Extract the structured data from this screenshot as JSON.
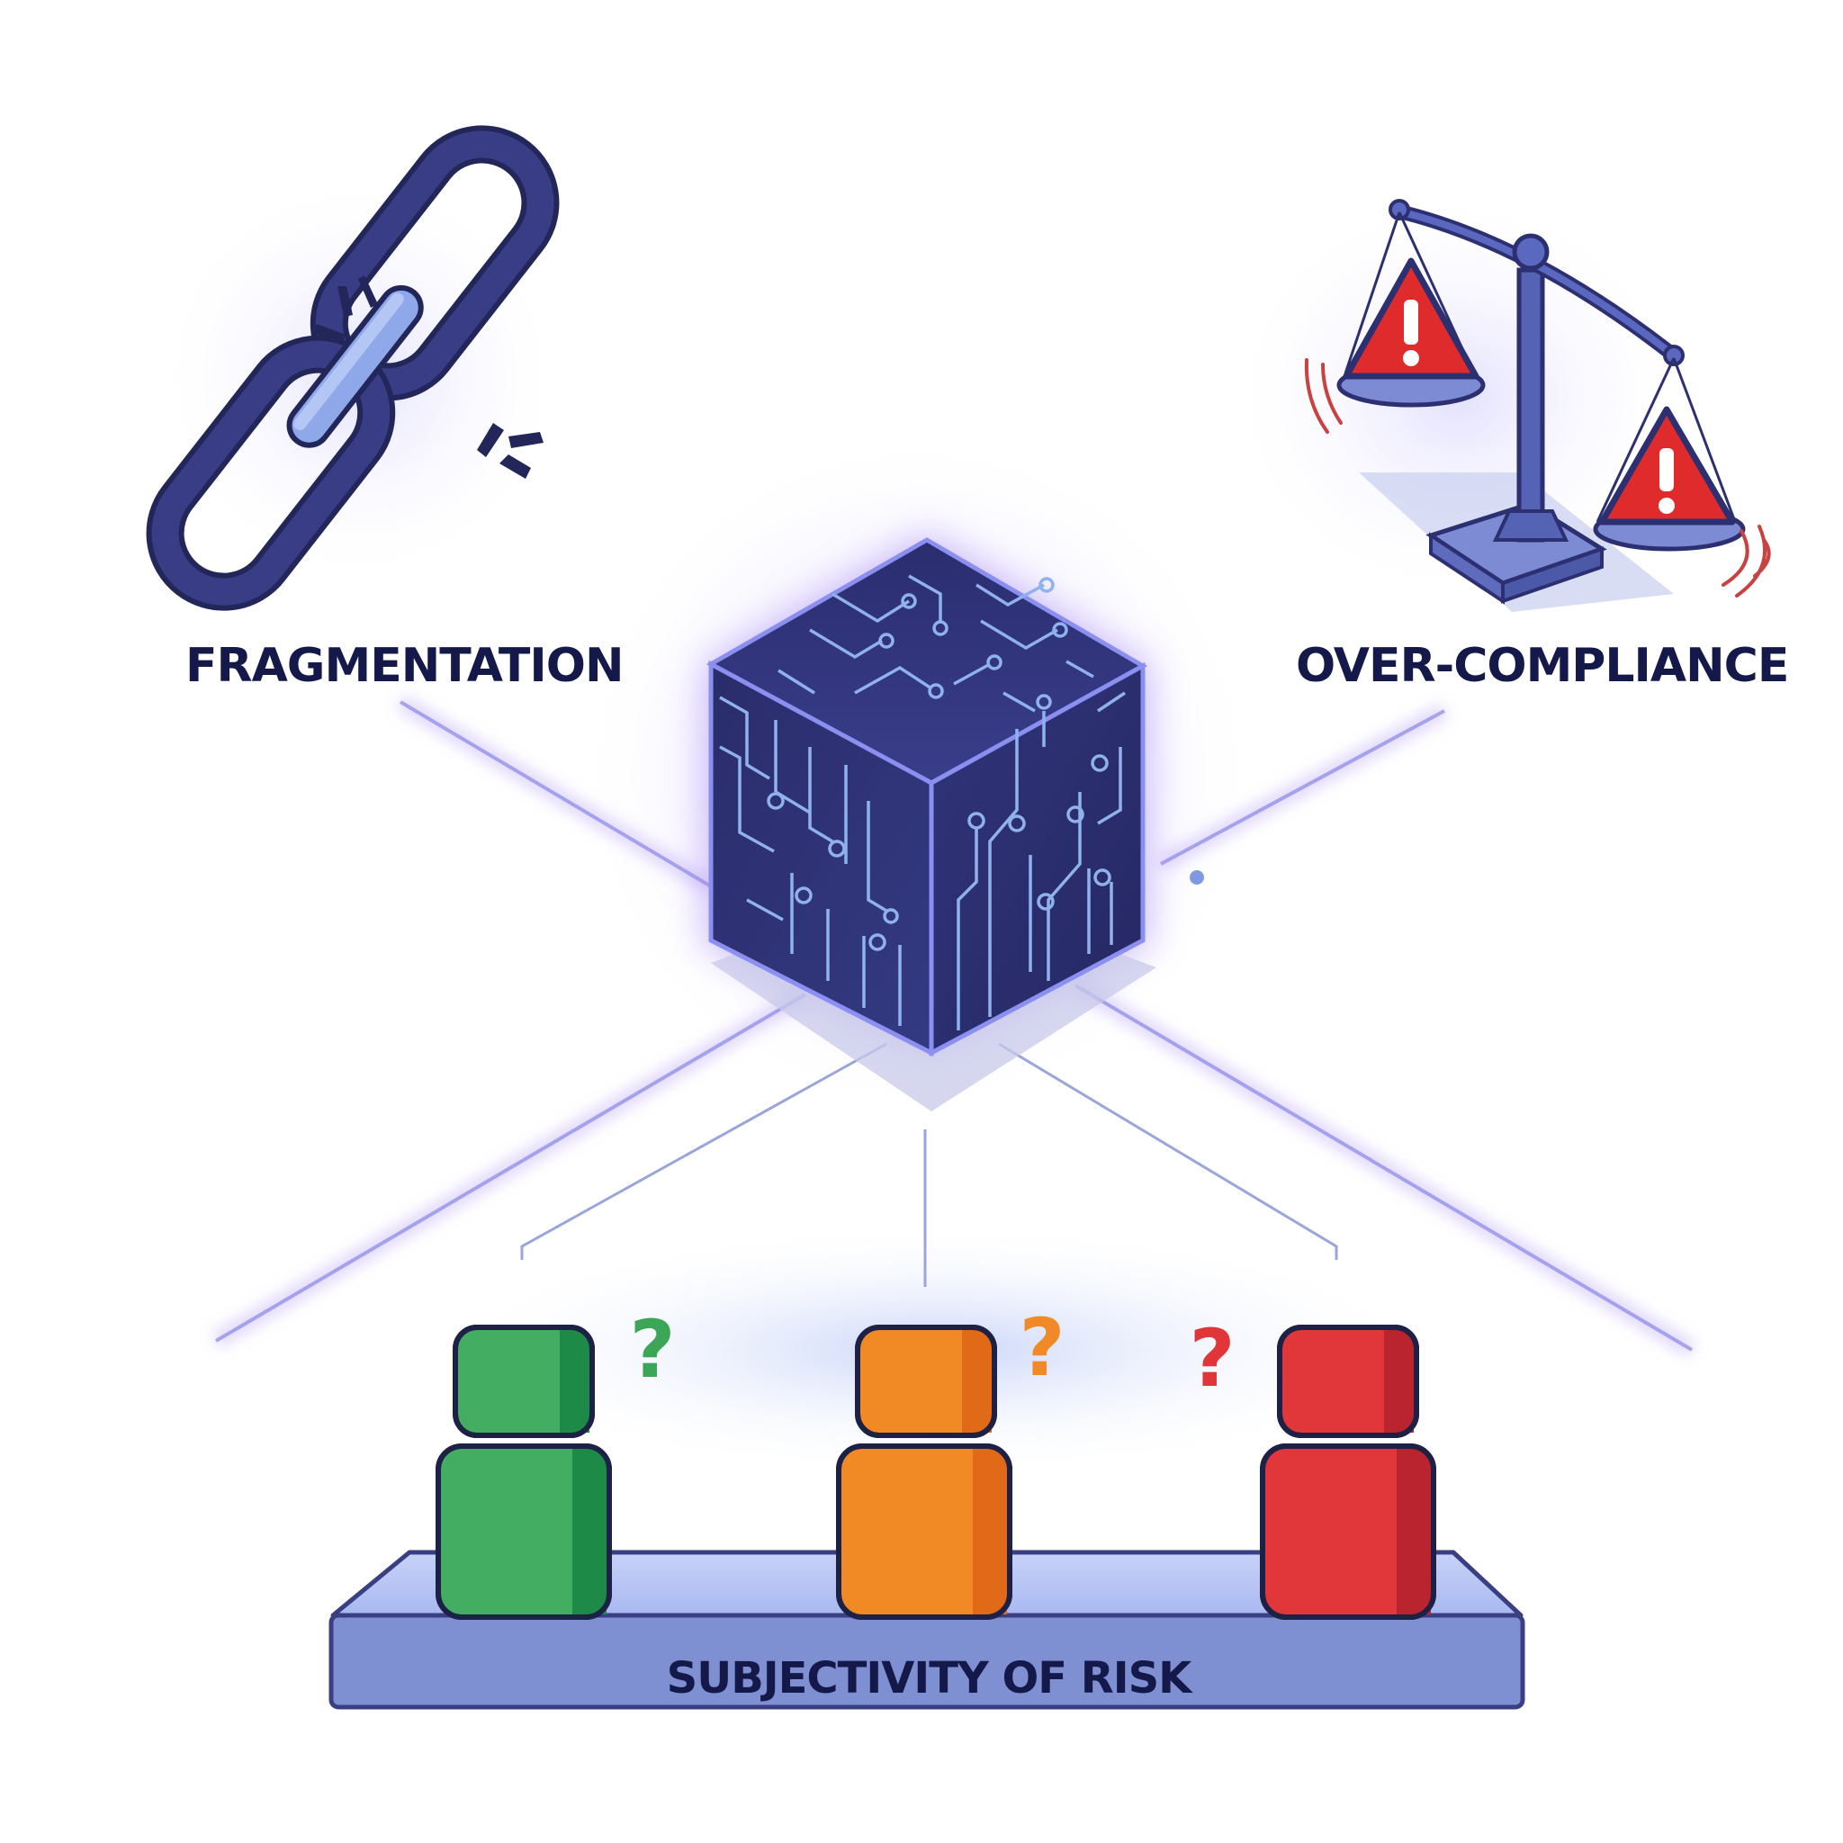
{
  "labels": {
    "fragmentation": "FRAGMENTATION",
    "over_compliance": "OVER-COMPLIANCE",
    "subjectivity": "SUBJECTIVITY OF RISK"
  },
  "question_marks": {
    "green": "?",
    "orange": "?",
    "red": "?"
  },
  "colors": {
    "navy": "#2e3372",
    "cube_face": "#2d2f72",
    "circuit": "#8fb2ee",
    "glow": "#a98cf5",
    "platform": "#b3c2f3",
    "platform_front": "#7f90d2",
    "green": "#43ad62",
    "orange": "#f18a25",
    "red": "#e2373a",
    "alert_red": "#df2b2b"
  },
  "icons": {
    "chain": "broken-chain-icon",
    "scale": "unbalanced-scale-icon",
    "cube": "circuit-cube-icon",
    "people": "person-figure-icon"
  }
}
